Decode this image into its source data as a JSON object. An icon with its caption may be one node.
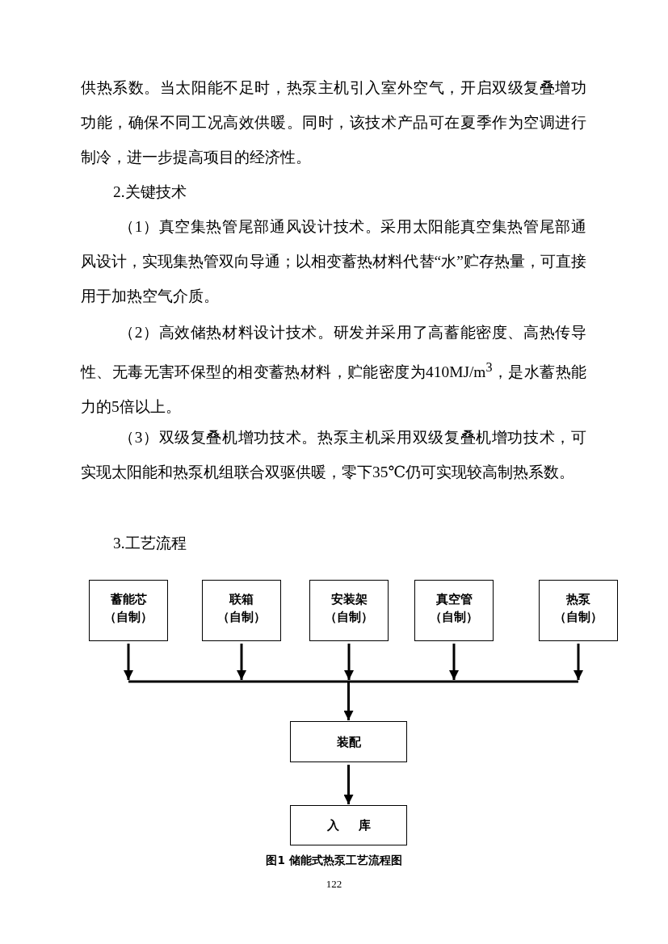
{
  "diagram": {
    "caption": "图1 储能式热泵工艺流程图",
    "nodes": [
      {
        "text": [
          "蓄能芯",
          "（自制）"
        ]
      },
      {
        "text": [
          "联箱",
          "（自制）"
        ]
      },
      {
        "text": [
          "安装架",
          "（自制）"
        ]
      },
      {
        "text": [
          "真空管",
          "（自制）"
        ]
      },
      {
        "text": [
          "热泵",
          "（自制）"
        ]
      },
      {
        "text": [
          "装配"
        ]
      },
      {
        "text": [
          "入库"
        ]
      }
    ],
    "edges": [
      {
        "from": 0,
        "to": 5,
        "arrow": "to"
      },
      {
        "from": 1,
        "to": 5,
        "arrow": "to"
      },
      {
        "from": 2,
        "to": 5,
        "arrow": "to"
      },
      {
        "from": 3,
        "to": 5,
        "arrow": "to"
      },
      {
        "from": 4,
        "to": 5,
        "arrow": "to"
      },
      {
        "from": 5,
        "to": 6,
        "arrow": "to"
      }
    ],
    "labels": [
      "供热系数。当太阳能不足时，热泵主机引入室外空气，开启双级复叠增功功能，确保不同工况高效供暖。同时，该技术产品可在夏季作为空调进行制冷，进一步提高项目的经济性。",
      "2.关键技术",
      "（1）真空集热管尾部通风设计技术。采用太阳能真空集热管尾部通风设计，实现集热管双向导通；以相变蓄热材料代替“水”贮存热量，可直接用于加热空气介质。",
      "（2）高效储热材料设计技术。研发并采用了高蓄能密度、高热传导性、无毒无害环保型的相变蓄热材料，贮能密度为410MJ/m$^{3}$，是水蓄热能力的5倍以上。",
      "（3）双级复叠机增功技术。热泵主机采用双级复叠机增功技术，可实现太阳能和热泵机组联合双驱供暖，零下35℃仍可实现较高制热系数。",
      "3.工艺流程",
      "122"
    ]
  }
}
